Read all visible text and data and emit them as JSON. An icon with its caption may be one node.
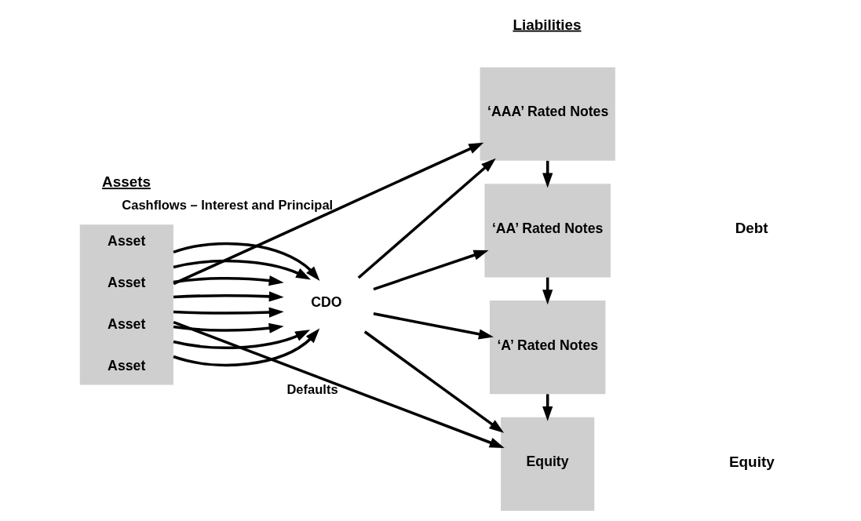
{
  "diagram": {
    "nodes": [
      {
        "text": [
          "Asset",
          "Asset",
          "Asset",
          "Asset"
        ]
      },
      {
        "text": [
          "CDO"
        ]
      },
      {
        "text": [
          "‘AAA’ Rated Notes"
        ]
      },
      {
        "text": [
          "‘AA’ Rated Notes"
        ]
      },
      {
        "text": [
          "‘A’ Rated Notes"
        ]
      },
      {
        "text": [
          "Equity"
        ]
      }
    ],
    "edges": [
      {
        "from": 0,
        "to": 1,
        "arrow": "to"
      },
      {
        "from": 0,
        "to": 1,
        "arrow": "to"
      },
      {
        "from": 0,
        "to": 1,
        "arrow": "to"
      },
      {
        "from": 0,
        "to": 1,
        "arrow": "to"
      },
      {
        "from": 0,
        "to": 1,
        "arrow": "to"
      },
      {
        "from": 0,
        "to": 1,
        "arrow": "to"
      },
      {
        "from": 0,
        "to": 1,
        "arrow": "to"
      },
      {
        "from": 0,
        "to": 1,
        "arrow": "to"
      },
      {
        "from": 1,
        "to": 2,
        "arrow": "to"
      },
      {
        "from": 1,
        "to": 3,
        "arrow": "to"
      },
      {
        "from": 1,
        "to": 4,
        "arrow": "to"
      },
      {
        "from": 1,
        "to": 5,
        "arrow": "to"
      },
      {
        "from": 2,
        "to": 3,
        "arrow": "to"
      },
      {
        "from": 3,
        "to": 4,
        "arrow": "to"
      },
      {
        "from": 4,
        "to": 5,
        "arrow": "to"
      },
      {
        "from": 0,
        "to": 2,
        "arrow": "to",
        "label": "Cashflows – Interest and Principal"
      },
      {
        "from": 0,
        "to": 5,
        "arrow": "to",
        "label": "Defaults"
      }
    ],
    "labels": [
      "Assets",
      "Liabilities",
      "Debt",
      "Equity"
    ]
  }
}
